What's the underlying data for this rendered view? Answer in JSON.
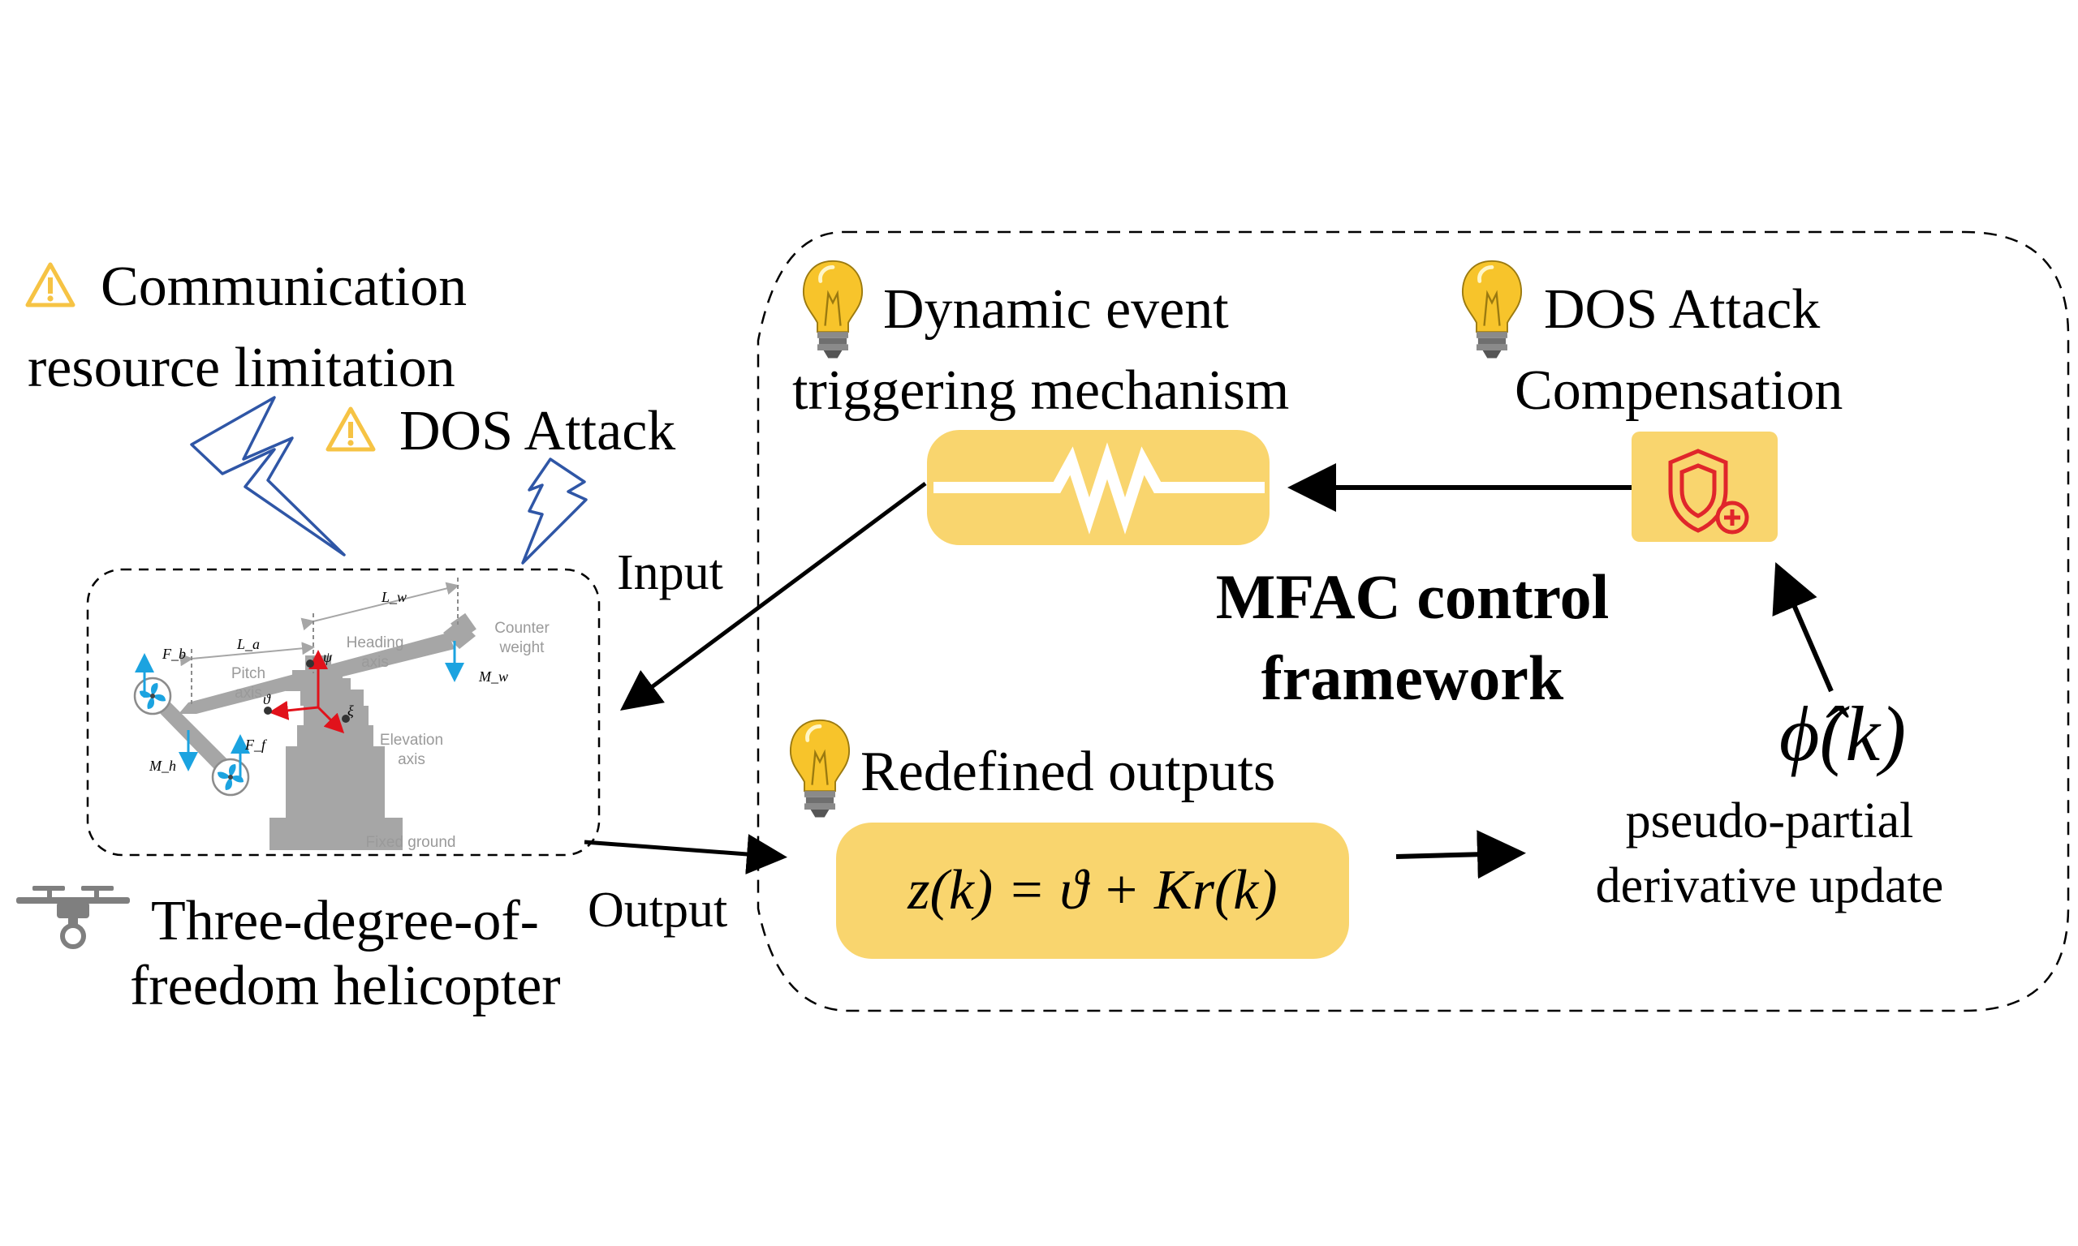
{
  "labels": {
    "comm_limit_line1": "Communication",
    "comm_limit_line2": "resource limitation",
    "dos_attack": "DOS Attack",
    "input": "Input",
    "output": "Output",
    "helicopter_line1": "Three-degree-of-",
    "helicopter_line2": "freedom helicopter",
    "event_trigger_line1": "Dynamic event",
    "event_trigger_line2": "triggering mechanism",
    "dos_comp_line1": "DOS Attack",
    "dos_comp_line2": "Compensation",
    "mfac_line1": "MFAC control",
    "mfac_line2": "framework",
    "redefined_outputs": "Redefined outputs",
    "formula": "z(k) = ϑ + Kr(k)",
    "phi_hat": "ϕ̂(k)",
    "ppd_line1": "pseudo-partial",
    "ppd_line2": "derivative update"
  },
  "helicopter_figure": {
    "counter_weight_line1": "Counter",
    "counter_weight_line2": "weight",
    "heading_axis_line1": "Heading",
    "heading_axis_line2": "axis",
    "pitch_axis_line1": "Pitch",
    "pitch_axis_line2": "axis",
    "elevation_axis_line1": "Elevation",
    "elevation_axis_line2": "axis",
    "fixed_ground": "Fixed ground",
    "L_w": "L_w",
    "L_a": "L_a",
    "F_b": "F_b",
    "F_f": "F_f",
    "M_w": "M_w",
    "M_h": "M_h",
    "psi": "ψ",
    "theta": "ϑ",
    "xi": "ξ"
  },
  "icons": {
    "warning": "warning-icon",
    "bulb": "lightbulb-icon",
    "shield": "shield-plus-icon",
    "lightning": "lightning-icon",
    "drone": "drone-icon",
    "resistor": "resistor-icon"
  },
  "colors": {
    "pill": "#f9d56e",
    "bulb": "#f7c42b",
    "warning": "#f6c344",
    "lightning": "#2f56a6",
    "shield": "#e0262b",
    "helicopter_gray": "#a6a6a6",
    "force_arrow": "#1ba3e0",
    "axis_red": "#e1121b"
  }
}
